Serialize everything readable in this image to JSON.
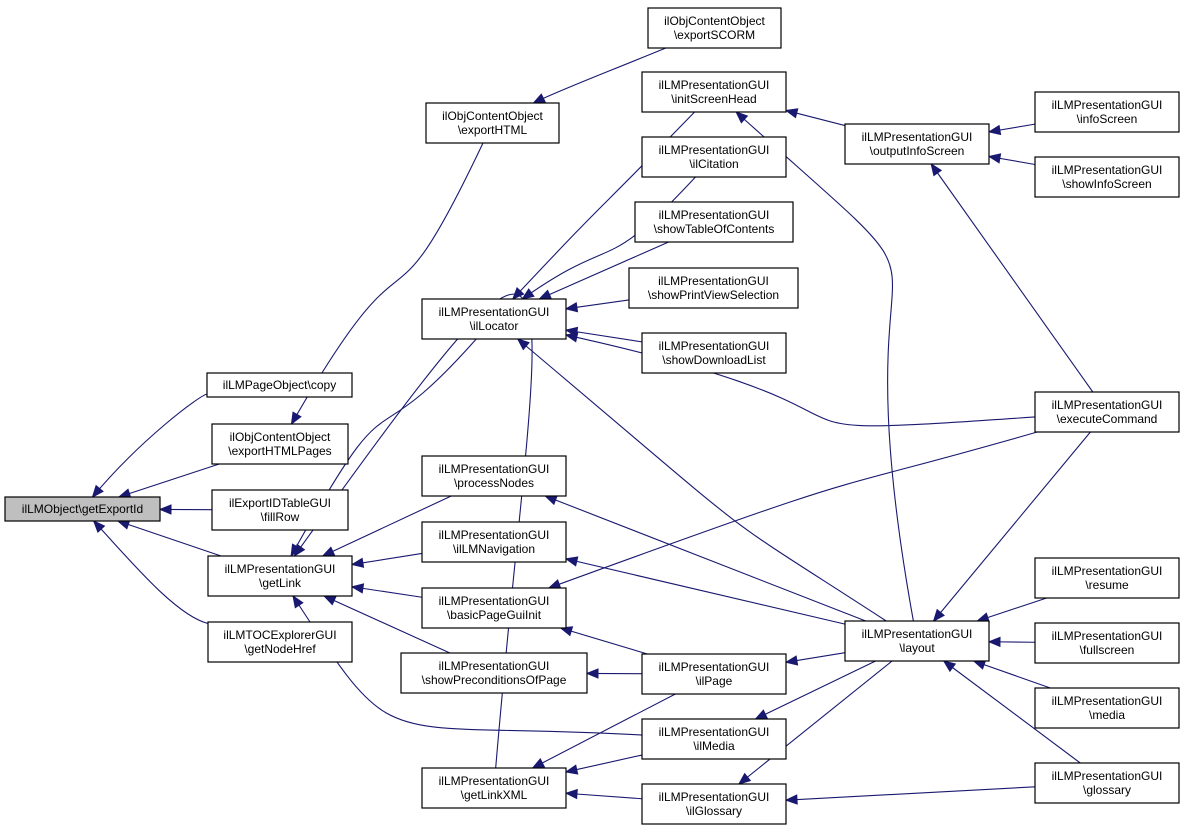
{
  "nodes": [
    {
      "id": "root",
      "lines": [
        "ilLMObject\\getExportId"
      ],
      "root": true
    },
    {
      "id": "pageobj_copy",
      "lines": [
        "ilLMPageObject\\copy"
      ]
    },
    {
      "id": "co_exportHTMLPages",
      "lines": [
        "ilObjContentObject",
        "\\exportHTMLPages"
      ]
    },
    {
      "id": "exportid_fillRow",
      "lines": [
        "ilExportIDTableGUI",
        "\\fillRow"
      ]
    },
    {
      "id": "getLink",
      "lines": [
        "ilLMPresentationGUI",
        "\\getLink"
      ]
    },
    {
      "id": "toc_getNodeHref",
      "lines": [
        "ilLMTOCExplorerGUI",
        "\\getNodeHref"
      ]
    },
    {
      "id": "co_exportHTML",
      "lines": [
        "ilObjContentObject",
        "\\exportHTML"
      ]
    },
    {
      "id": "co_exportSCORM",
      "lines": [
        "ilObjContentObject",
        "\\exportSCORM"
      ]
    },
    {
      "id": "ilLocator",
      "lines": [
        "ilLMPresentationGUI",
        "\\ilLocator"
      ]
    },
    {
      "id": "processNodes",
      "lines": [
        "ilLMPresentationGUI",
        "\\processNodes"
      ]
    },
    {
      "id": "ilLMNavigation",
      "lines": [
        "ilLMPresentationGUI",
        "\\ilLMNavigation"
      ]
    },
    {
      "id": "basicPageGuiInit",
      "lines": [
        "ilLMPresentationGUI",
        "\\basicPageGuiInit"
      ]
    },
    {
      "id": "showPreconditionsOfPage",
      "lines": [
        "ilLMPresentationGUI",
        "\\showPreconditionsOfPage"
      ]
    },
    {
      "id": "getLinkXML",
      "lines": [
        "ilLMPresentationGUI",
        "\\getLinkXML"
      ]
    },
    {
      "id": "initScreenHead",
      "lines": [
        "ilLMPresentationGUI",
        "\\initScreenHead"
      ]
    },
    {
      "id": "ilCitation",
      "lines": [
        "ilLMPresentationGUI",
        "\\ilCitation"
      ]
    },
    {
      "id": "showTableOfContents",
      "lines": [
        "ilLMPresentationGUI",
        "\\showTableOfContents"
      ]
    },
    {
      "id": "showPrintViewSelection",
      "lines": [
        "ilLMPresentationGUI",
        "\\showPrintViewSelection"
      ]
    },
    {
      "id": "showDownloadList",
      "lines": [
        "ilLMPresentationGUI",
        "\\showDownloadList"
      ]
    },
    {
      "id": "ilPage",
      "lines": [
        "ilLMPresentationGUI",
        "\\ilPage"
      ]
    },
    {
      "id": "ilMedia",
      "lines": [
        "ilLMPresentationGUI",
        "\\ilMedia"
      ]
    },
    {
      "id": "ilGlossary",
      "lines": [
        "ilLMPresentationGUI",
        "\\ilGlossary"
      ]
    },
    {
      "id": "outputInfoScreen",
      "lines": [
        "ilLMPresentationGUI",
        "\\outputInfoScreen"
      ]
    },
    {
      "id": "layout",
      "lines": [
        "ilLMPresentationGUI",
        "\\layout"
      ]
    },
    {
      "id": "infoScreen",
      "lines": [
        "ilLMPresentationGUI",
        "\\infoScreen"
      ]
    },
    {
      "id": "showInfoScreen",
      "lines": [
        "ilLMPresentationGUI",
        "\\showInfoScreen"
      ]
    },
    {
      "id": "executeCommand",
      "lines": [
        "ilLMPresentationGUI",
        "\\executeCommand"
      ]
    },
    {
      "id": "resume",
      "lines": [
        "ilLMPresentationGUI",
        "\\resume"
      ]
    },
    {
      "id": "fullscreen",
      "lines": [
        "ilLMPresentationGUI",
        "\\fullscreen"
      ]
    },
    {
      "id": "media",
      "lines": [
        "ilLMPresentationGUI",
        "\\media"
      ]
    },
    {
      "id": "glossary",
      "lines": [
        "ilLMPresentationGUI",
        "\\glossary"
      ]
    }
  ],
  "edges": [
    {
      "from": "pageobj_copy",
      "to": "root"
    },
    {
      "from": "co_exportHTMLPages",
      "to": "root"
    },
    {
      "from": "exportid_fillRow",
      "to": "root"
    },
    {
      "from": "getLink",
      "to": "root"
    },
    {
      "from": "toc_getNodeHref",
      "to": "root"
    },
    {
      "from": "co_exportHTML",
      "to": "co_exportHTMLPages"
    },
    {
      "from": "co_exportSCORM",
      "to": "co_exportHTML"
    },
    {
      "from": "ilLocator",
      "to": "getLink"
    },
    {
      "from": "processNodes",
      "to": "getLink"
    },
    {
      "from": "ilLMNavigation",
      "to": "getLink"
    },
    {
      "from": "basicPageGuiInit",
      "to": "getLink"
    },
    {
      "from": "showPreconditionsOfPage",
      "to": "getLink"
    },
    {
      "from": "ilMedia",
      "to": "getLink"
    },
    {
      "from": "getLinkXML",
      "to": "getLink"
    },
    {
      "from": "initScreenHead",
      "to": "ilLocator"
    },
    {
      "from": "ilCitation",
      "to": "ilLocator"
    },
    {
      "from": "showTableOfContents",
      "to": "ilLocator"
    },
    {
      "from": "showPrintViewSelection",
      "to": "ilLocator"
    },
    {
      "from": "showDownloadList",
      "to": "ilLocator"
    },
    {
      "from": "executeCommand",
      "to": "ilLocator"
    },
    {
      "from": "layout",
      "to": "ilLocator"
    },
    {
      "from": "layout",
      "to": "processNodes"
    },
    {
      "from": "layout",
      "to": "ilLMNavigation"
    },
    {
      "from": "executeCommand",
      "to": "basicPageGuiInit"
    },
    {
      "from": "ilPage",
      "to": "basicPageGuiInit"
    },
    {
      "from": "ilPage",
      "to": "showPreconditionsOfPage"
    },
    {
      "from": "ilPage",
      "to": "getLinkXML"
    },
    {
      "from": "ilMedia",
      "to": "getLinkXML"
    },
    {
      "from": "ilGlossary",
      "to": "getLinkXML"
    },
    {
      "from": "outputInfoScreen",
      "to": "initScreenHead"
    },
    {
      "from": "layout",
      "to": "initScreenHead"
    },
    {
      "from": "infoScreen",
      "to": "outputInfoScreen"
    },
    {
      "from": "showInfoScreen",
      "to": "outputInfoScreen"
    },
    {
      "from": "executeCommand",
      "to": "outputInfoScreen"
    },
    {
      "from": "layout",
      "to": "ilPage"
    },
    {
      "from": "layout",
      "to": "ilMedia"
    },
    {
      "from": "layout",
      "to": "ilGlossary"
    },
    {
      "from": "executeCommand",
      "to": "layout"
    },
    {
      "from": "resume",
      "to": "layout"
    },
    {
      "from": "fullscreen",
      "to": "layout"
    },
    {
      "from": "media",
      "to": "layout"
    },
    {
      "from": "glossary",
      "to": "layout"
    },
    {
      "from": "glossary",
      "to": "ilGlossary"
    }
  ]
}
